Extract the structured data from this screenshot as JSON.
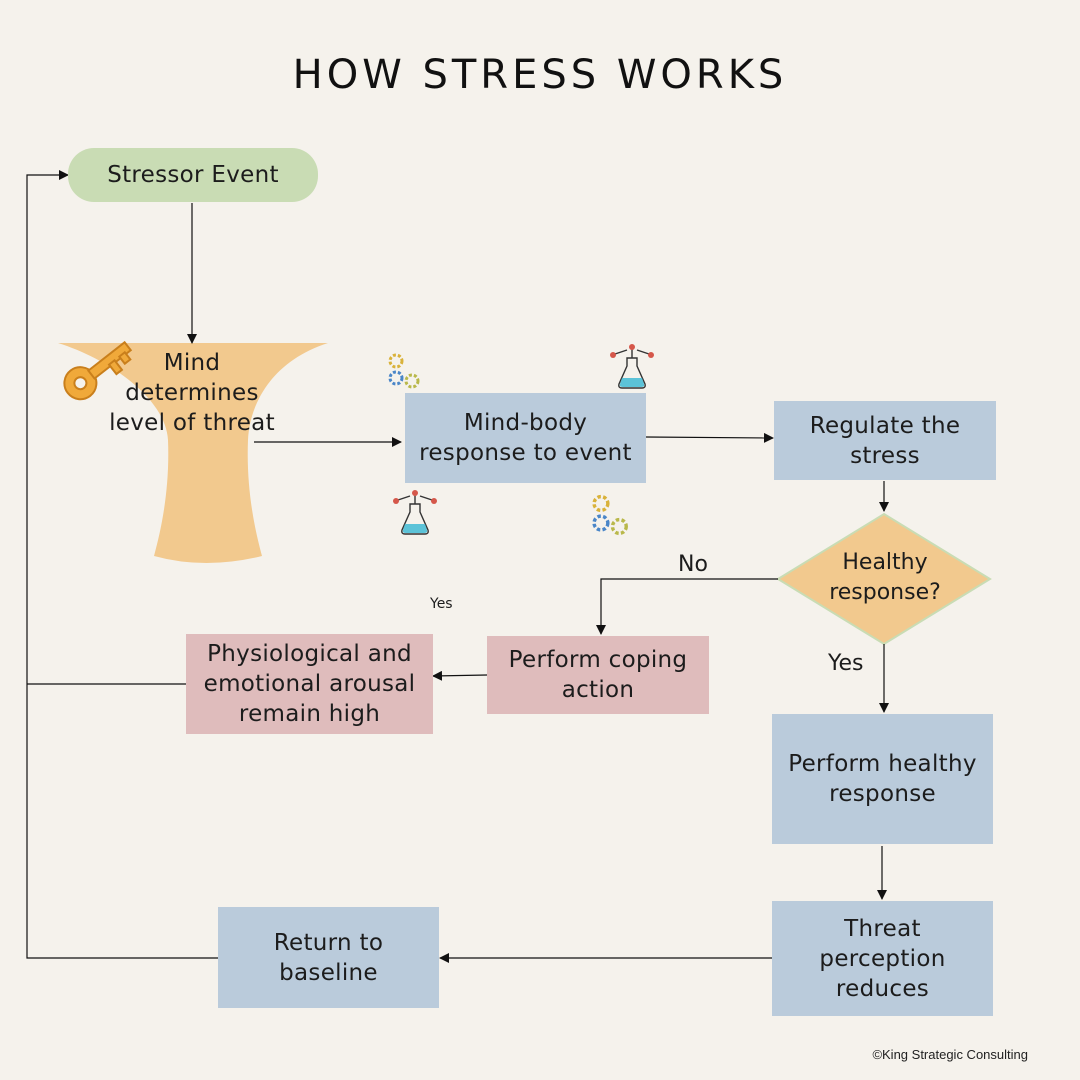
{
  "title": "HOW STRESS WORKS",
  "nodes": {
    "stressor": "Stressor Event",
    "mind": "Mind determines level of threat",
    "mind_body": "Mind-body response to event",
    "regulate": "Regulate the stress",
    "healthy_question": "Healthy response?",
    "coping": "Perform coping action",
    "arousal": "Physiological and emotional arousal remain high",
    "healthy_response": "Perform healthy response",
    "threat_reduces": "Threat perception reduces",
    "baseline": "Return to baseline"
  },
  "edge_labels": {
    "no": "No",
    "yes_right": "Yes",
    "yes_small": "Yes"
  },
  "icons": [
    "key-icon",
    "gears-icon",
    "flask-molecule-icon"
  ],
  "colors": {
    "background": "#f5f2ec",
    "box_blue": "#bacbdb",
    "box_pink": "#dfbcbc",
    "pill_green": "#c9dcb4",
    "funnel_orange": "#f2c98e",
    "diamond_orange": "#f2c98e",
    "key_orange": "#f0a93a"
  },
  "footer": {
    "copyright": "©King Strategic Consulting"
  }
}
